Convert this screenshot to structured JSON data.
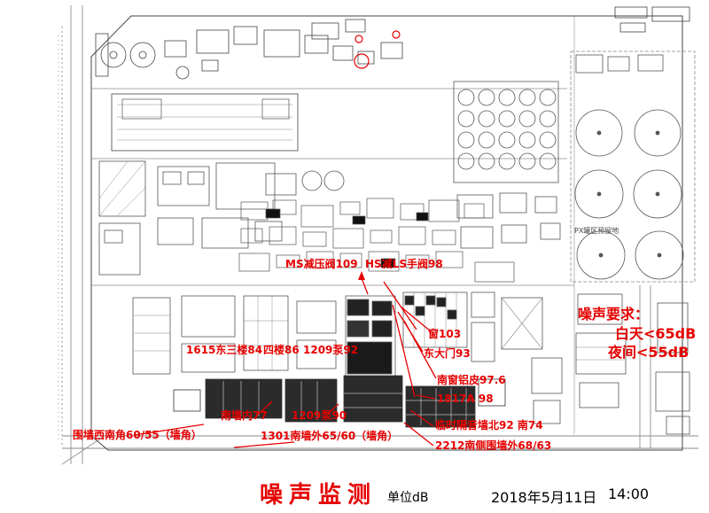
{
  "map": {
    "px_area_label": "PX罐区预留地"
  },
  "annotations": {
    "ms_valve": "MS减压阀109",
    "hs_valve": "HS减LS手阀98",
    "window_103": "窗103",
    "east_gate": "东大门93",
    "b1615": "1615东三楼84",
    "floor4": "四楼86",
    "pump_92": "1209泵92",
    "south_window": "南窗铝皮97.6",
    "a1817": "1817A 98",
    "south_wall_in": "南墙内77",
    "pump_90": "1209泵90",
    "sw_corner": "围墙西南角60/55（墙角）",
    "south_wall_out": "1301南墙外65/60（墙角）",
    "temp_wall": "临时隔音墙北92 南74",
    "s2212": "2212南侧围墙外68/63"
  },
  "requirements": {
    "title": "噪声要求：",
    "day": "白天<65dB",
    "night": "夜间<55dB"
  },
  "footer": {
    "title": "噪声监测",
    "unit": "单位dB",
    "date": "2018年5月11日",
    "time": "14:00"
  }
}
